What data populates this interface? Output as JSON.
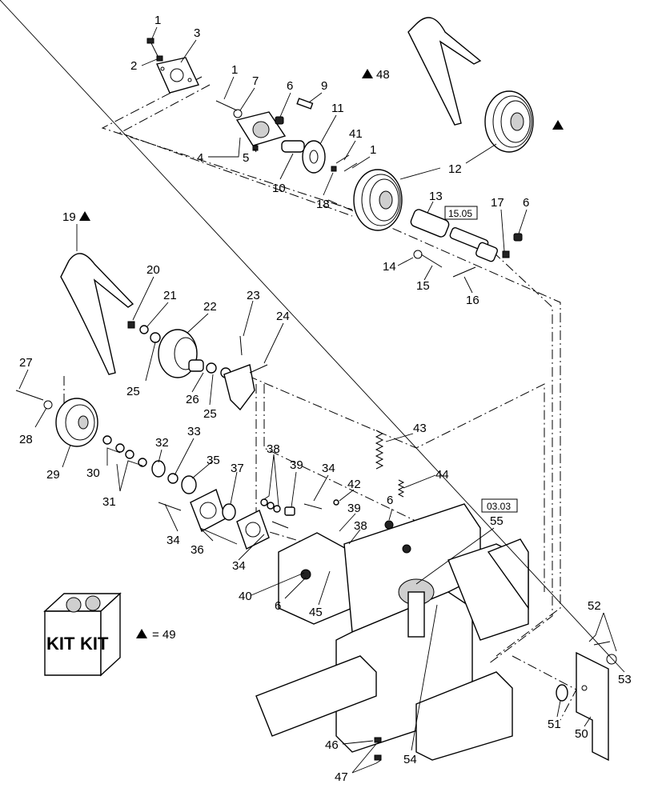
{
  "diagram": {
    "callouts": [
      {
        "id": "c1a",
        "text": "1"
      },
      {
        "id": "c2",
        "text": "2"
      },
      {
        "id": "c3",
        "text": "3"
      },
      {
        "id": "c1b",
        "text": "1"
      },
      {
        "id": "c7",
        "text": "7"
      },
      {
        "id": "c6a",
        "text": "6"
      },
      {
        "id": "c9",
        "text": "9"
      },
      {
        "id": "c11",
        "text": "11"
      },
      {
        "id": "c41",
        "text": "41"
      },
      {
        "id": "c1c",
        "text": "1"
      },
      {
        "id": "c4",
        "text": "4"
      },
      {
        "id": "c5",
        "text": "5"
      },
      {
        "id": "c10",
        "text": "10"
      },
      {
        "id": "c18",
        "text": "18"
      },
      {
        "id": "c12",
        "text": "12"
      },
      {
        "id": "c13",
        "text": "13"
      },
      {
        "id": "c17",
        "text": "17"
      },
      {
        "id": "c6b",
        "text": "6"
      },
      {
        "id": "c14",
        "text": "14"
      },
      {
        "id": "c15",
        "text": "15"
      },
      {
        "id": "c16",
        "text": "16"
      },
      {
        "id": "c20",
        "text": "20"
      },
      {
        "id": "c21",
        "text": "21"
      },
      {
        "id": "c22",
        "text": "22"
      },
      {
        "id": "c23",
        "text": "23"
      },
      {
        "id": "c24",
        "text": "24"
      },
      {
        "id": "c25a",
        "text": "25"
      },
      {
        "id": "c26",
        "text": "26"
      },
      {
        "id": "c25b",
        "text": "25"
      },
      {
        "id": "c27",
        "text": "27"
      },
      {
        "id": "c28",
        "text": "28"
      },
      {
        "id": "c29",
        "text": "29"
      },
      {
        "id": "c30",
        "text": "30"
      },
      {
        "id": "c31",
        "text": "31"
      },
      {
        "id": "c32",
        "text": "32"
      },
      {
        "id": "c33",
        "text": "33"
      },
      {
        "id": "c35",
        "text": "35"
      },
      {
        "id": "c37",
        "text": "37"
      },
      {
        "id": "c38a",
        "text": "38"
      },
      {
        "id": "c39a",
        "text": "39"
      },
      {
        "id": "c34a",
        "text": "34"
      },
      {
        "id": "c42",
        "text": "42"
      },
      {
        "id": "c43",
        "text": "43"
      },
      {
        "id": "c44",
        "text": "44"
      },
      {
        "id": "c34b",
        "text": "34"
      },
      {
        "id": "c36",
        "text": "36"
      },
      {
        "id": "c34c",
        "text": "34"
      },
      {
        "id": "c39b",
        "text": "39"
      },
      {
        "id": "c38b",
        "text": "38"
      },
      {
        "id": "c6c",
        "text": "6"
      },
      {
        "id": "c55",
        "text": "55"
      },
      {
        "id": "c40",
        "text": "40"
      },
      {
        "id": "c6d",
        "text": "6"
      },
      {
        "id": "c45",
        "text": "45"
      },
      {
        "id": "c52",
        "text": "52"
      },
      {
        "id": "c53",
        "text": "53"
      },
      {
        "id": "c51",
        "text": "51"
      },
      {
        "id": "c50",
        "text": "50"
      },
      {
        "id": "c46",
        "text": "46"
      },
      {
        "id": "c47",
        "text": "47"
      },
      {
        "id": "c54",
        "text": "54"
      }
    ],
    "marked_callouts": [
      {
        "id": "m48",
        "text": "48"
      },
      {
        "id": "m19",
        "text": "19"
      }
    ],
    "ref_boxes": [
      {
        "id": "r1505",
        "text": "15.05"
      },
      {
        "id": "r0303",
        "text": "03.03"
      }
    ],
    "kit": {
      "label_left": "KIT",
      "label_right": "KIT",
      "legend": "= 49"
    }
  }
}
